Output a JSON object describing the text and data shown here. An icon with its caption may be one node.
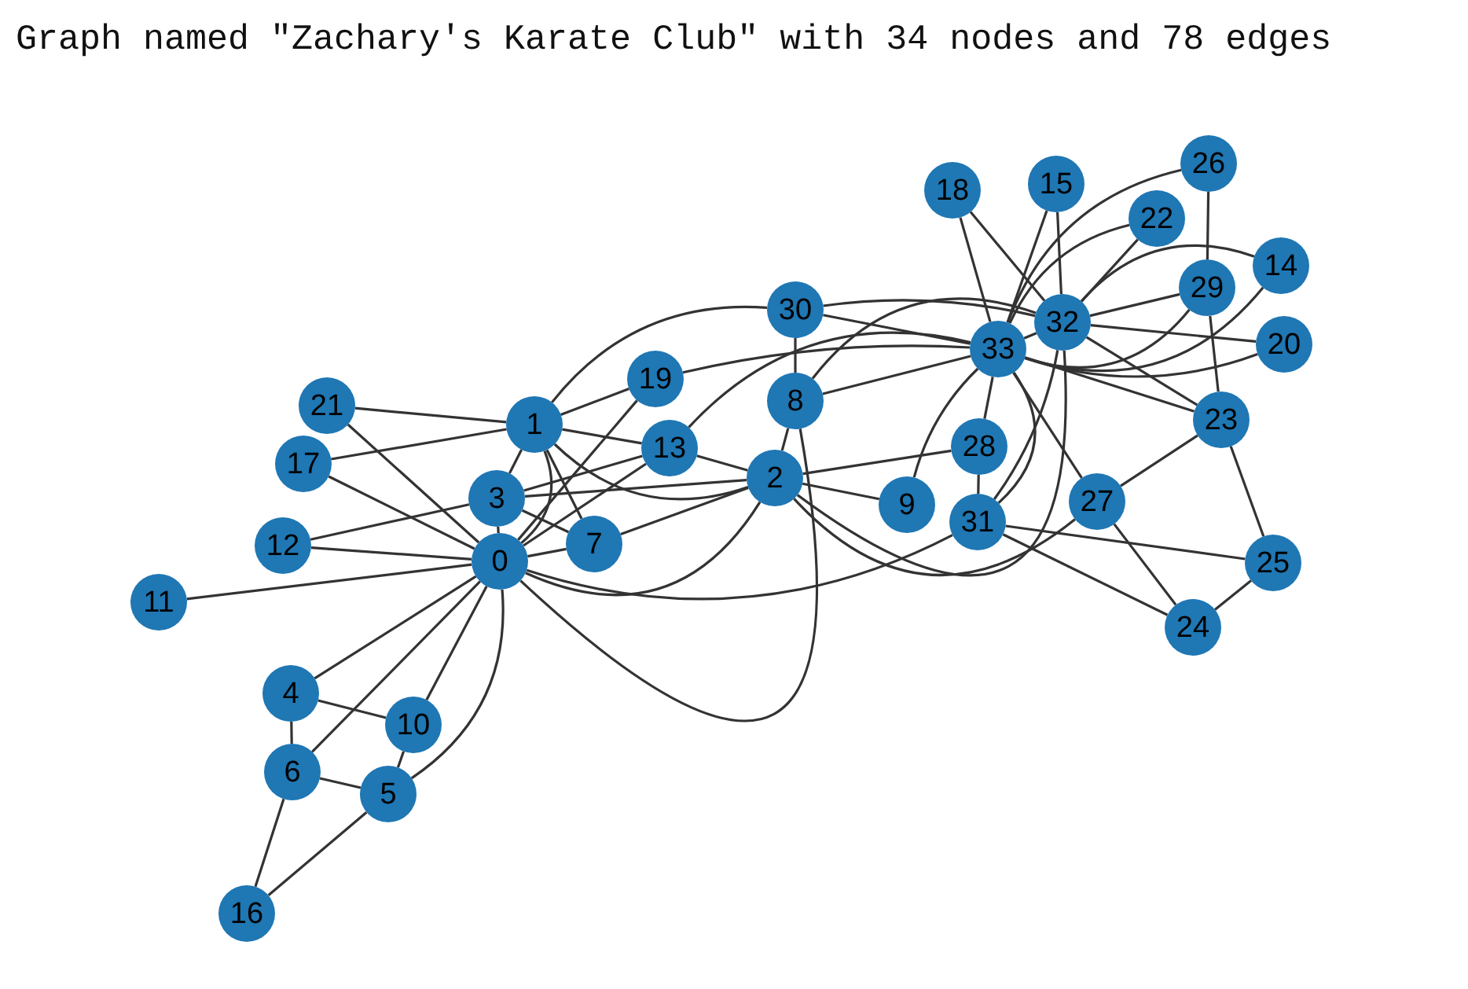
{
  "diagram": {
    "title": "Graph named \"Zachary's Karate Club\" with 34 nodes and 78 edges",
    "nodes": [
      {
        "text": [
          "0"
        ]
      },
      {
        "text": [
          "1"
        ]
      },
      {
        "text": [
          "2"
        ]
      },
      {
        "text": [
          "3"
        ]
      },
      {
        "text": [
          "4"
        ]
      },
      {
        "text": [
          "5"
        ]
      },
      {
        "text": [
          "6"
        ]
      },
      {
        "text": [
          "7"
        ]
      },
      {
        "text": [
          "8"
        ]
      },
      {
        "text": [
          "9"
        ]
      },
      {
        "text": [
          "10"
        ]
      },
      {
        "text": [
          "11"
        ]
      },
      {
        "text": [
          "12"
        ]
      },
      {
        "text": [
          "13"
        ]
      },
      {
        "text": [
          "14"
        ]
      },
      {
        "text": [
          "15"
        ]
      },
      {
        "text": [
          "16"
        ]
      },
      {
        "text": [
          "17"
        ]
      },
      {
        "text": [
          "18"
        ]
      },
      {
        "text": [
          "19"
        ]
      },
      {
        "text": [
          "20"
        ]
      },
      {
        "text": [
          "21"
        ]
      },
      {
        "text": [
          "22"
        ]
      },
      {
        "text": [
          "23"
        ]
      },
      {
        "text": [
          "24"
        ]
      },
      {
        "text": [
          "25"
        ]
      },
      {
        "text": [
          "26"
        ]
      },
      {
        "text": [
          "27"
        ]
      },
      {
        "text": [
          "28"
        ]
      },
      {
        "text": [
          "29"
        ]
      },
      {
        "text": [
          "30"
        ]
      },
      {
        "text": [
          "31"
        ]
      },
      {
        "text": [
          "32"
        ]
      },
      {
        "text": [
          "33"
        ]
      }
    ],
    "edges": [
      {
        "from": 0,
        "to": 1,
        "arrow": "none"
      },
      {
        "from": 0,
        "to": 2,
        "arrow": "none"
      },
      {
        "from": 0,
        "to": 3,
        "arrow": "none"
      },
      {
        "from": 0,
        "to": 4,
        "arrow": "none"
      },
      {
        "from": 0,
        "to": 5,
        "arrow": "none"
      },
      {
        "from": 0,
        "to": 6,
        "arrow": "none"
      },
      {
        "from": 0,
        "to": 7,
        "arrow": "none"
      },
      {
        "from": 0,
        "to": 8,
        "arrow": "none"
      },
      {
        "from": 0,
        "to": 10,
        "arrow": "none"
      },
      {
        "from": 0,
        "to": 11,
        "arrow": "none"
      },
      {
        "from": 0,
        "to": 12,
        "arrow": "none"
      },
      {
        "from": 0,
        "to": 13,
        "arrow": "none"
      },
      {
        "from": 0,
        "to": 17,
        "arrow": "none"
      },
      {
        "from": 0,
        "to": 19,
        "arrow": "none"
      },
      {
        "from": 0,
        "to": 21,
        "arrow": "none"
      },
      {
        "from": 0,
        "to": 31,
        "arrow": "none"
      },
      {
        "from": 1,
        "to": 2,
        "arrow": "none"
      },
      {
        "from": 1,
        "to": 3,
        "arrow": "none"
      },
      {
        "from": 1,
        "to": 7,
        "arrow": "none"
      },
      {
        "from": 1,
        "to": 13,
        "arrow": "none"
      },
      {
        "from": 1,
        "to": 17,
        "arrow": "none"
      },
      {
        "from": 1,
        "to": 19,
        "arrow": "none"
      },
      {
        "from": 1,
        "to": 21,
        "arrow": "none"
      },
      {
        "from": 1,
        "to": 30,
        "arrow": "none"
      },
      {
        "from": 2,
        "to": 3,
        "arrow": "none"
      },
      {
        "from": 2,
        "to": 7,
        "arrow": "none"
      },
      {
        "from": 2,
        "to": 8,
        "arrow": "none"
      },
      {
        "from": 2,
        "to": 9,
        "arrow": "none"
      },
      {
        "from": 2,
        "to": 13,
        "arrow": "none"
      },
      {
        "from": 2,
        "to": 27,
        "arrow": "none"
      },
      {
        "from": 2,
        "to": 28,
        "arrow": "none"
      },
      {
        "from": 2,
        "to": 32,
        "arrow": "none"
      },
      {
        "from": 3,
        "to": 7,
        "arrow": "none"
      },
      {
        "from": 3,
        "to": 12,
        "arrow": "none"
      },
      {
        "from": 3,
        "to": 13,
        "arrow": "none"
      },
      {
        "from": 4,
        "to": 6,
        "arrow": "none"
      },
      {
        "from": 4,
        "to": 10,
        "arrow": "none"
      },
      {
        "from": 5,
        "to": 6,
        "arrow": "none"
      },
      {
        "from": 5,
        "to": 10,
        "arrow": "none"
      },
      {
        "from": 5,
        "to": 16,
        "arrow": "none"
      },
      {
        "from": 6,
        "to": 16,
        "arrow": "none"
      },
      {
        "from": 8,
        "to": 30,
        "arrow": "none"
      },
      {
        "from": 8,
        "to": 32,
        "arrow": "none"
      },
      {
        "from": 8,
        "to": 33,
        "arrow": "none"
      },
      {
        "from": 9,
        "to": 33,
        "arrow": "none"
      },
      {
        "from": 13,
        "to": 33,
        "arrow": "none"
      },
      {
        "from": 14,
        "to": 32,
        "arrow": "none"
      },
      {
        "from": 14,
        "to": 33,
        "arrow": "none"
      },
      {
        "from": 15,
        "to": 32,
        "arrow": "none"
      },
      {
        "from": 15,
        "to": 33,
        "arrow": "none"
      },
      {
        "from": 18,
        "to": 32,
        "arrow": "none"
      },
      {
        "from": 18,
        "to": 33,
        "arrow": "none"
      },
      {
        "from": 19,
        "to": 33,
        "arrow": "none"
      },
      {
        "from": 20,
        "to": 32,
        "arrow": "none"
      },
      {
        "from": 20,
        "to": 33,
        "arrow": "none"
      },
      {
        "from": 22,
        "to": 32,
        "arrow": "none"
      },
      {
        "from": 22,
        "to": 33,
        "arrow": "none"
      },
      {
        "from": 23,
        "to": 25,
        "arrow": "none"
      },
      {
        "from": 23,
        "to": 27,
        "arrow": "none"
      },
      {
        "from": 23,
        "to": 29,
        "arrow": "none"
      },
      {
        "from": 23,
        "to": 32,
        "arrow": "none"
      },
      {
        "from": 23,
        "to": 33,
        "arrow": "none"
      },
      {
        "from": 24,
        "to": 25,
        "arrow": "none"
      },
      {
        "from": 24,
        "to": 27,
        "arrow": "none"
      },
      {
        "from": 24,
        "to": 31,
        "arrow": "none"
      },
      {
        "from": 25,
        "to": 31,
        "arrow": "none"
      },
      {
        "from": 26,
        "to": 29,
        "arrow": "none"
      },
      {
        "from": 26,
        "to": 33,
        "arrow": "none"
      },
      {
        "from": 27,
        "to": 33,
        "arrow": "none"
      },
      {
        "from": 28,
        "to": 31,
        "arrow": "none"
      },
      {
        "from": 28,
        "to": 33,
        "arrow": "none"
      },
      {
        "from": 29,
        "to": 32,
        "arrow": "none"
      },
      {
        "from": 29,
        "to": 33,
        "arrow": "none"
      },
      {
        "from": 30,
        "to": 32,
        "arrow": "none"
      },
      {
        "from": 30,
        "to": 33,
        "arrow": "none"
      },
      {
        "from": 31,
        "to": 32,
        "arrow": "none"
      },
      {
        "from": 31,
        "to": 33,
        "arrow": "none"
      },
      {
        "from": 32,
        "to": 33,
        "arrow": "none"
      }
    ]
  }
}
